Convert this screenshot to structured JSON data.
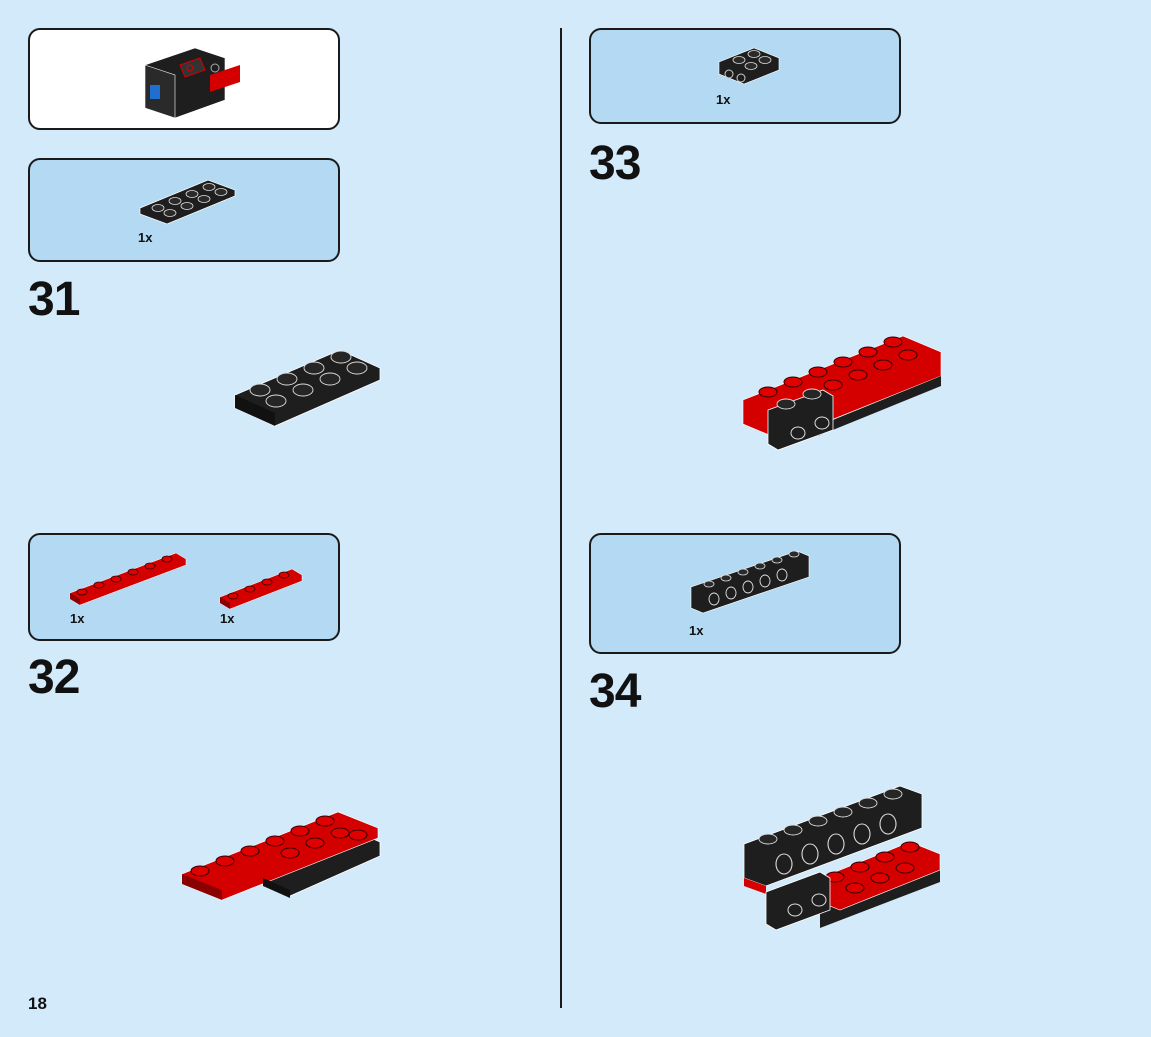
{
  "page": {
    "number": "18"
  },
  "callout": {
    "label": ""
  },
  "steps": [
    {
      "number": "31",
      "parts": [
        {
          "qty": "1x"
        }
      ]
    },
    {
      "number": "32",
      "parts": [
        {
          "qty": "1x"
        },
        {
          "qty": "1x"
        }
      ]
    },
    {
      "number": "33",
      "parts": [
        {
          "qty": "1x"
        }
      ]
    },
    {
      "number": "34",
      "parts": [
        {
          "qty": "1x"
        }
      ]
    }
  ],
  "colors": {
    "background": "#d3eafa",
    "parts_box": "#b4d9f3",
    "brick_black": "#1e1e1e",
    "brick_red": "#d40000",
    "brick_blue": "#1f6fd0"
  },
  "icons": [
    "black-plate-2x4-icon",
    "red-plate-1x6-icon",
    "red-plate-1x4-icon",
    "black-bracket-icon",
    "black-technic-brick-1x6-icon"
  ]
}
